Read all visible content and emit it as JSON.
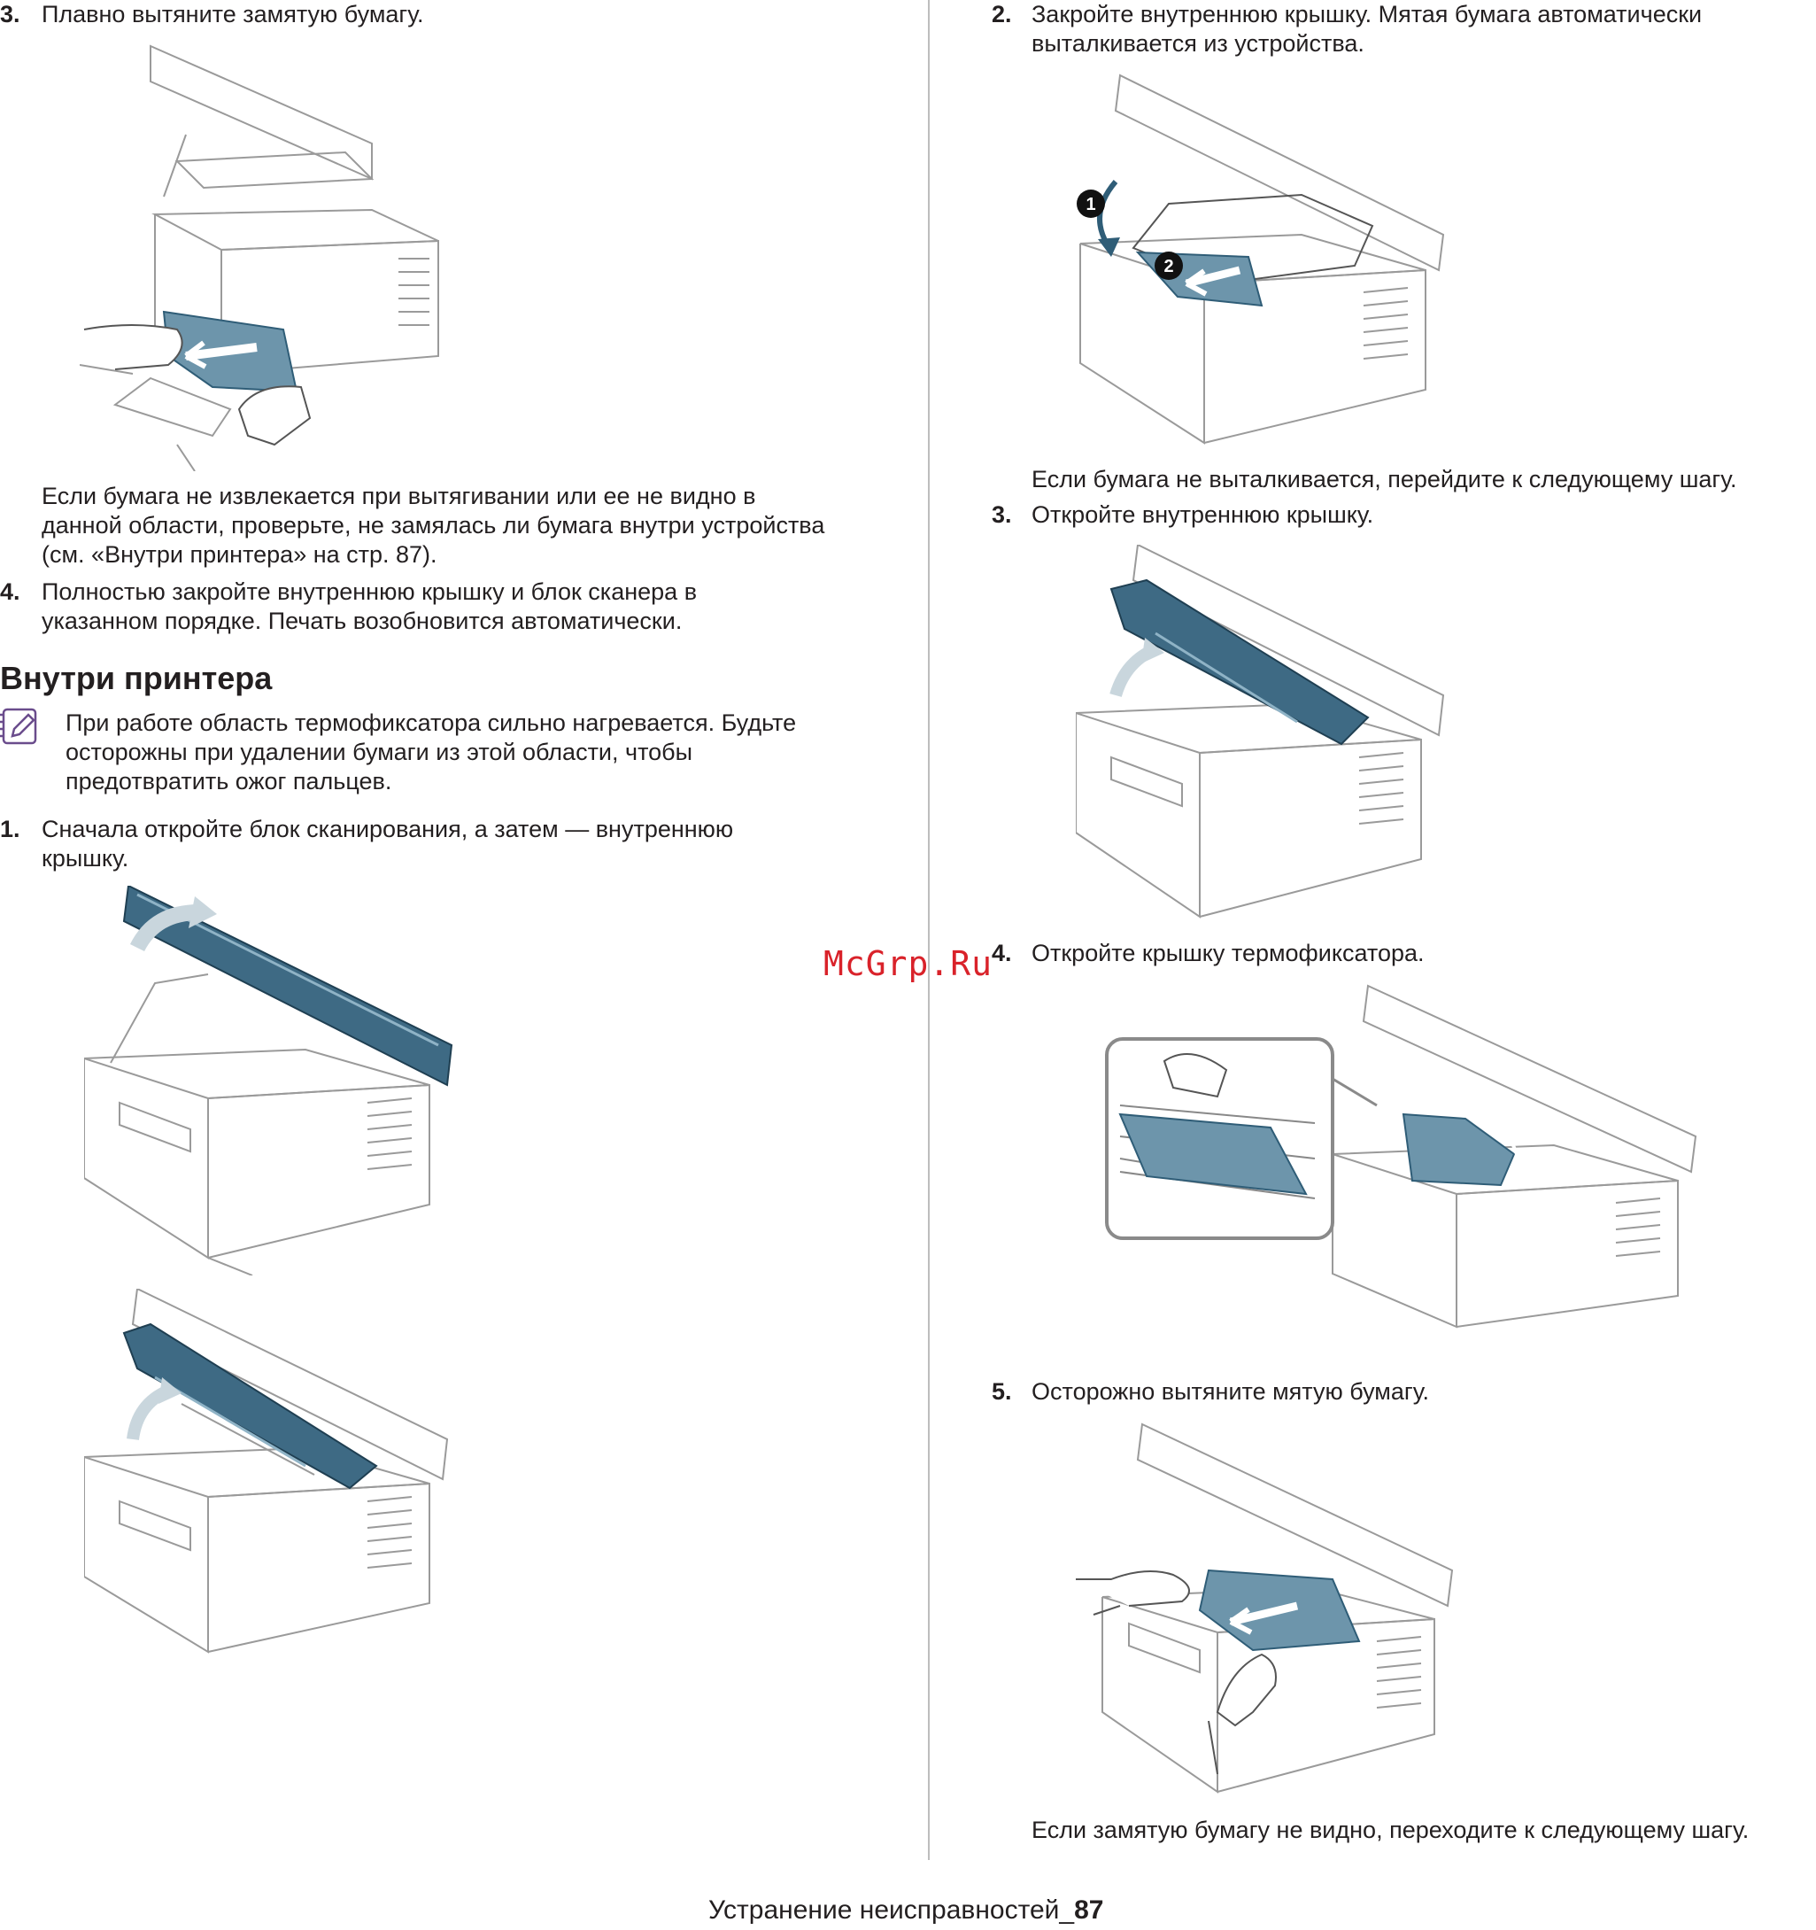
{
  "left": {
    "step3": {
      "num": "3.",
      "text": "Плавно вытяните замятую бумагу."
    },
    "para_missing": "Если бумага не извлекается при вытягивании или ее не видно в данной области, проверьте, не замялась ли бумага внутри устройства (см. «Внутри принтера» на стр. 87).",
    "step4": {
      "num": "4.",
      "line1": "Полностью закройте внутреннюю крышку и блок сканера в",
      "line2": "указанном порядке. Печать возобновится автоматически."
    },
    "section_title": "Внутри принтера",
    "note": {
      "line1": "При работе область термофиксатора сильно нагревается. Будьте",
      "line2": "осторожны при удалении бумаги из этой области, чтобы",
      "line3": "предотвратить ожог пальцев."
    },
    "step1": {
      "num": "1.",
      "line1": "Сначала откройте блок сканирования, а затем — внутреннюю",
      "line2": "крышку."
    }
  },
  "right": {
    "step2": {
      "num": "2.",
      "line1": "Закройте внутреннюю крышку. Мятая бумага автоматически",
      "line2": "выталкивается из устройства."
    },
    "callout1": "1",
    "callout2": "2",
    "para_not_ejected": "Если бумага не выталкивается, перейдите к следующему шагу.",
    "step3": {
      "num": "3.",
      "text": "Откройте внутреннюю крышку."
    },
    "step4": {
      "num": "4.",
      "text": "Откройте крышку термофиксатора."
    },
    "step5": {
      "num": "5.",
      "text": "Осторожно вытяните мятую бумагу."
    },
    "para_not_visible": "Если замятую бумагу не видно, переходите к следующему шагу."
  },
  "watermark": "McGrp.Ru",
  "footer": {
    "label": "Устранение неисправностей_",
    "page": "87"
  },
  "colors": {
    "accent_part": "#2f5d77",
    "printer_line": "#9a9a9a",
    "watermark": "#d9222a"
  },
  "icons": [
    "note-pencil-icon"
  ]
}
